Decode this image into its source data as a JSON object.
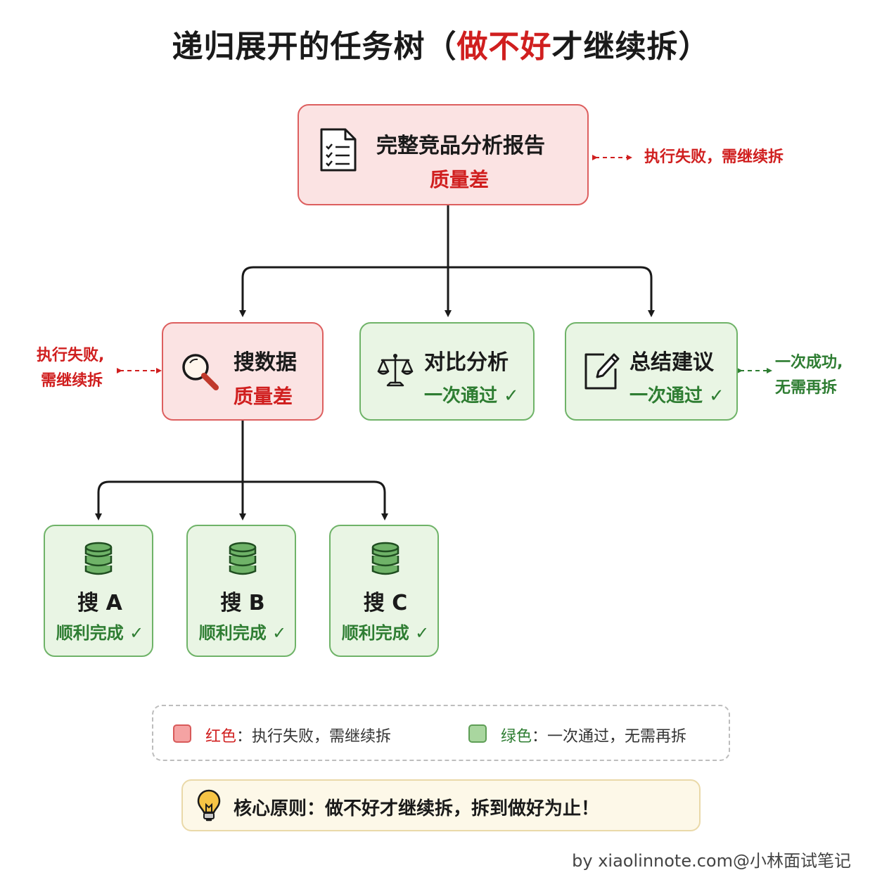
{
  "title": {
    "prefix": "递归展开的任务树（",
    "highlight": "做不好",
    "suffix": "才继续拆）"
  },
  "root": {
    "label": "完整竞品分析报告",
    "status": "质量差",
    "note": "执行失败，需继续拆",
    "icon": "document-checklist-icon"
  },
  "level2": [
    {
      "label": "搜数据",
      "status": "质量差",
      "state": "fail",
      "icon": "magnifier-icon"
    },
    {
      "label": "对比分析",
      "status": "一次通过 ✓",
      "state": "pass",
      "icon": "scale-icon"
    },
    {
      "label": "总结建议",
      "status": "一次通过 ✓",
      "state": "pass",
      "icon": "edit-icon"
    }
  ],
  "left_note": {
    "line1": "执行失败,",
    "line2": "需继续拆"
  },
  "right_note": {
    "line1": "一次成功,",
    "line2": "无需再拆"
  },
  "level3": [
    {
      "label": "搜 A",
      "status": "顺利完成 ✓",
      "icon": "database-icon"
    },
    {
      "label": "搜 B",
      "status": "顺利完成 ✓",
      "icon": "database-icon"
    },
    {
      "label": "搜 C",
      "status": "顺利完成 ✓",
      "icon": "database-icon"
    }
  ],
  "legend": {
    "red_label": "红色",
    "red_desc": "：执行失败，需继续拆",
    "green_label": "绿色",
    "green_desc": "：一次通过，无需再拆"
  },
  "principle": "核心原则：做不好才继续拆，拆到做好为止！",
  "footer": "by xiaolinnote.com@小林面试笔记",
  "colors": {
    "fail_fill": "#fbe3e3",
    "fail_border": "#dd5f5f",
    "fail_text": "#d01f1f",
    "pass_fill": "#e9f5e4",
    "pass_border": "#6fb368",
    "pass_text": "#2e7d32"
  }
}
